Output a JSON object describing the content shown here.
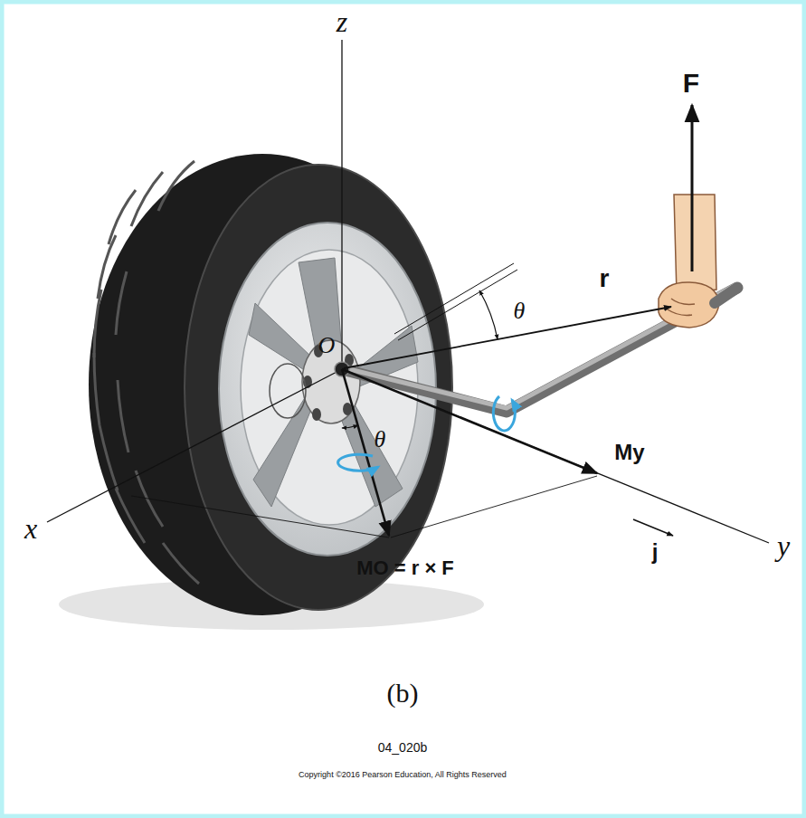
{
  "diagram": {
    "labels": [
      "z",
      "F",
      "θ",
      "r",
      "O",
      "θ",
      "My",
      "x",
      "j",
      "y",
      "MO = r × F",
      "(b)",
      "04_020b",
      "Copyright ©2016 Pearson Education, All Rights Reserved"
    ]
  }
}
